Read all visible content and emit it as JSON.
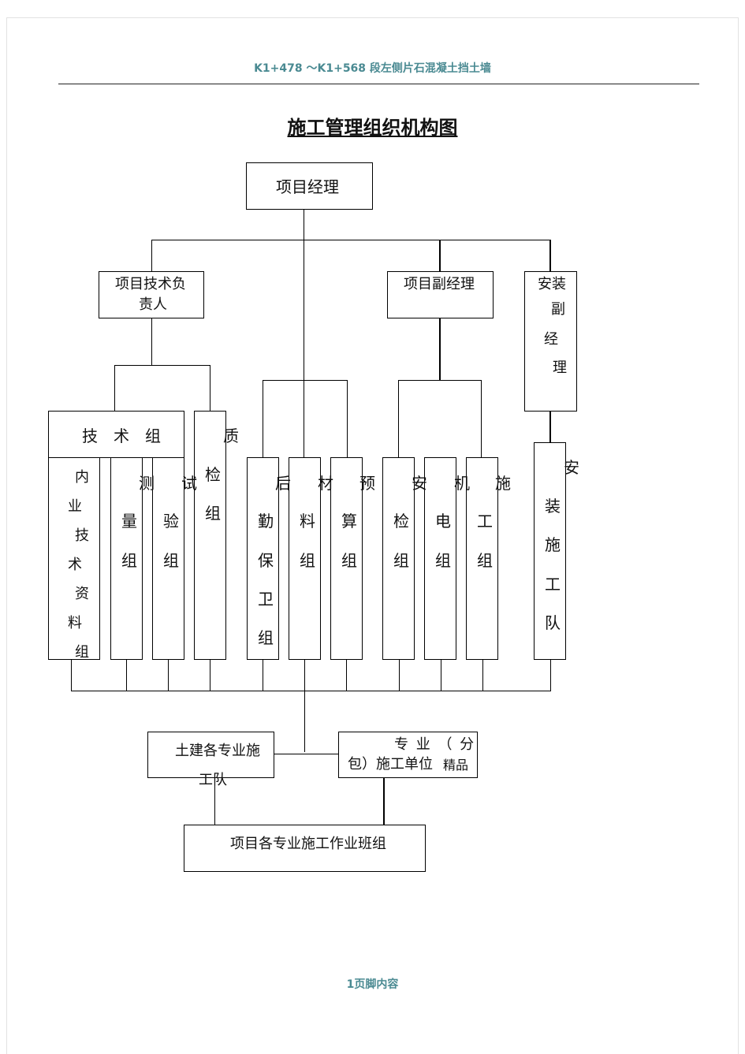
{
  "header": {
    "title": "K1+478 ～K1+568  段左侧片石混凝土挡土墙"
  },
  "doc": {
    "title": "施工管理组织机构图"
  },
  "chart": {
    "pm": "项目经理",
    "tech_lead": {
      "line1": "项目技术负",
      "line2": "责人"
    },
    "deputy_pm": "项目副经理",
    "install_deputy": {
      "c1": "安装",
      "c2": "副",
      "c3": "经",
      "c4": "理"
    },
    "tech_group": "技　术　组",
    "quality_label": "质",
    "measure_label": "测",
    "test_label": "试",
    "logistics_label": "后",
    "material_label": "材",
    "budget_label": "预",
    "safety_label": "安",
    "mech_label": "机",
    "construct_label": "施",
    "install_team_label": "安",
    "inner_group": [
      "内",
      "业",
      "技",
      "术",
      "资",
      "料",
      "组"
    ],
    "measure_group": [
      "量",
      "组"
    ],
    "test_group": [
      "验",
      "组"
    ],
    "quality_group": [
      "检",
      "组"
    ],
    "logistics_group": [
      "勤",
      "保",
      "卫",
      "组"
    ],
    "material_group": [
      "料",
      "组"
    ],
    "budget_group": [
      "算",
      "组"
    ],
    "safety_group": [
      "检",
      "组"
    ],
    "mech_group": [
      "电",
      "组"
    ],
    "construct_group": [
      "工",
      "组"
    ],
    "install_team": [
      "装",
      "施",
      "工",
      "队"
    ],
    "civil_teams": {
      "line1": "土建各专业施",
      "line2": "工队"
    },
    "subcontract": {
      "line1": "专 业 （ 分",
      "line2": "包）施工单位",
      "tag": "精品"
    },
    "work_teams": "项目各专业施工作业班组"
  },
  "footer": {
    "text": "1页脚内容"
  }
}
